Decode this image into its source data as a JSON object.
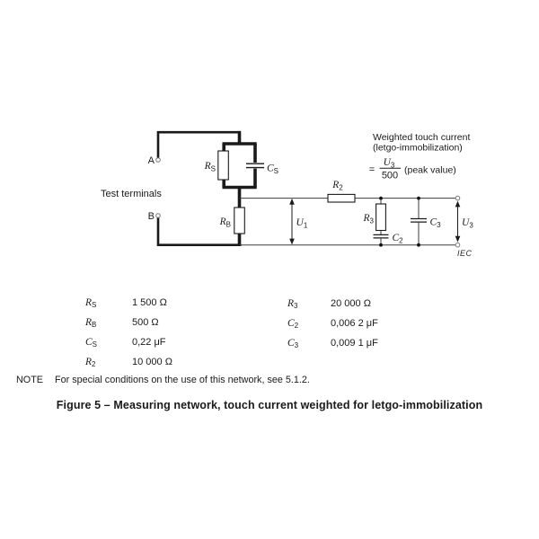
{
  "colors": {
    "ink": "#1a1a1a",
    "line": "#3c3c3c"
  },
  "circuit": {
    "terminal_a": "A",
    "terminal_b": "B",
    "test_terminals_label": "Test terminals",
    "weighted_line1": "Weighted touch current",
    "weighted_line2": "(letgo-immobilization)",
    "formula": {
      "equals": "=",
      "numerator_sym": "U",
      "numerator_sub": "3",
      "denominator": "500",
      "suffix": "(peak value)"
    },
    "iec_label": "IEC",
    "labels": {
      "rs": {
        "sym": "R",
        "sub": "S"
      },
      "cs": {
        "sym": "C",
        "sub": "S"
      },
      "rb": {
        "sym": "R",
        "sub": "B"
      },
      "r2": {
        "sym": "R",
        "sub": "2"
      },
      "u1": {
        "sym": "U",
        "sub": "1"
      },
      "r3": {
        "sym": "R",
        "sub": "3"
      },
      "c2": {
        "sym": "C",
        "sub": "2"
      },
      "c3": {
        "sym": "C",
        "sub": "3"
      },
      "u3": {
        "sym": "U",
        "sub": "3"
      }
    }
  },
  "values_table": {
    "left": [
      {
        "sym": "R",
        "sub": "S",
        "value": "1 500 Ω"
      },
      {
        "sym": "R",
        "sub": "B",
        "value": "500 Ω"
      },
      {
        "sym": "C",
        "sub": "S",
        "value": "0,22 μF"
      },
      {
        "sym": "R",
        "sub": "2",
        "value": "10 000 Ω"
      }
    ],
    "right": [
      {
        "sym": "R",
        "sub": "3",
        "value": "20 000 Ω"
      },
      {
        "sym": "C",
        "sub": "2",
        "value": "0,006 2 μF"
      },
      {
        "sym": "C",
        "sub": "3",
        "value": "0,009 1 μF"
      }
    ]
  },
  "note": {
    "label": "NOTE",
    "text": "For special conditions on the use of this network, see 5.1.2."
  },
  "caption": "Figure 5 – Measuring network, touch current weighted for letgo-immobilization"
}
